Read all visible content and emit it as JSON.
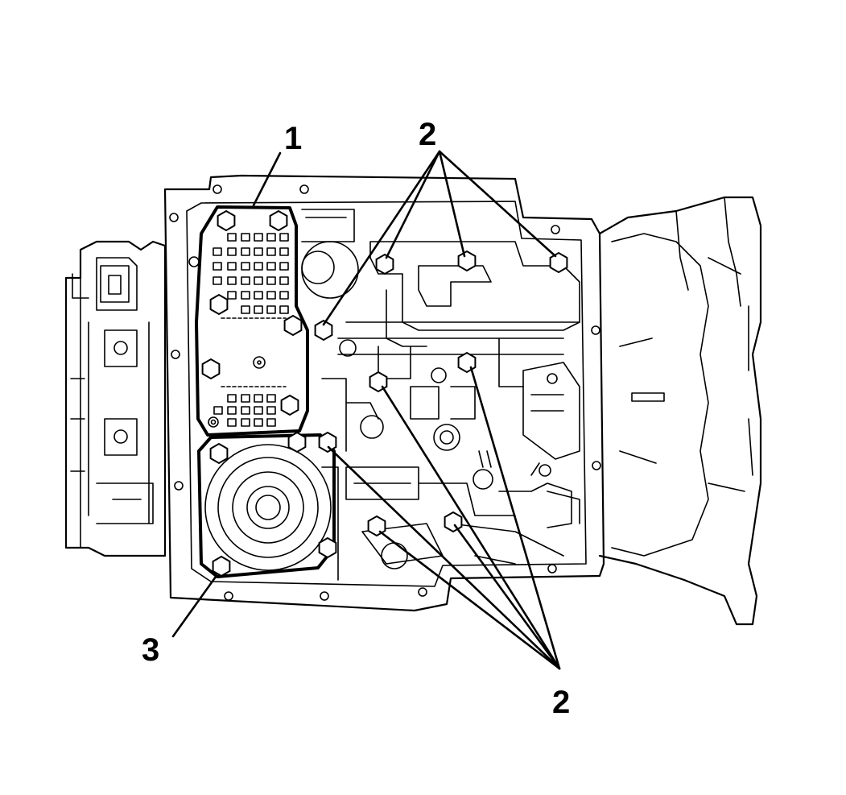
{
  "callouts": {
    "part_1": "1",
    "part_2_top": "2",
    "part_3": "3",
    "part_2_bottom": "2"
  },
  "colors": {
    "line": "#000000",
    "background": "#ffffff"
  }
}
